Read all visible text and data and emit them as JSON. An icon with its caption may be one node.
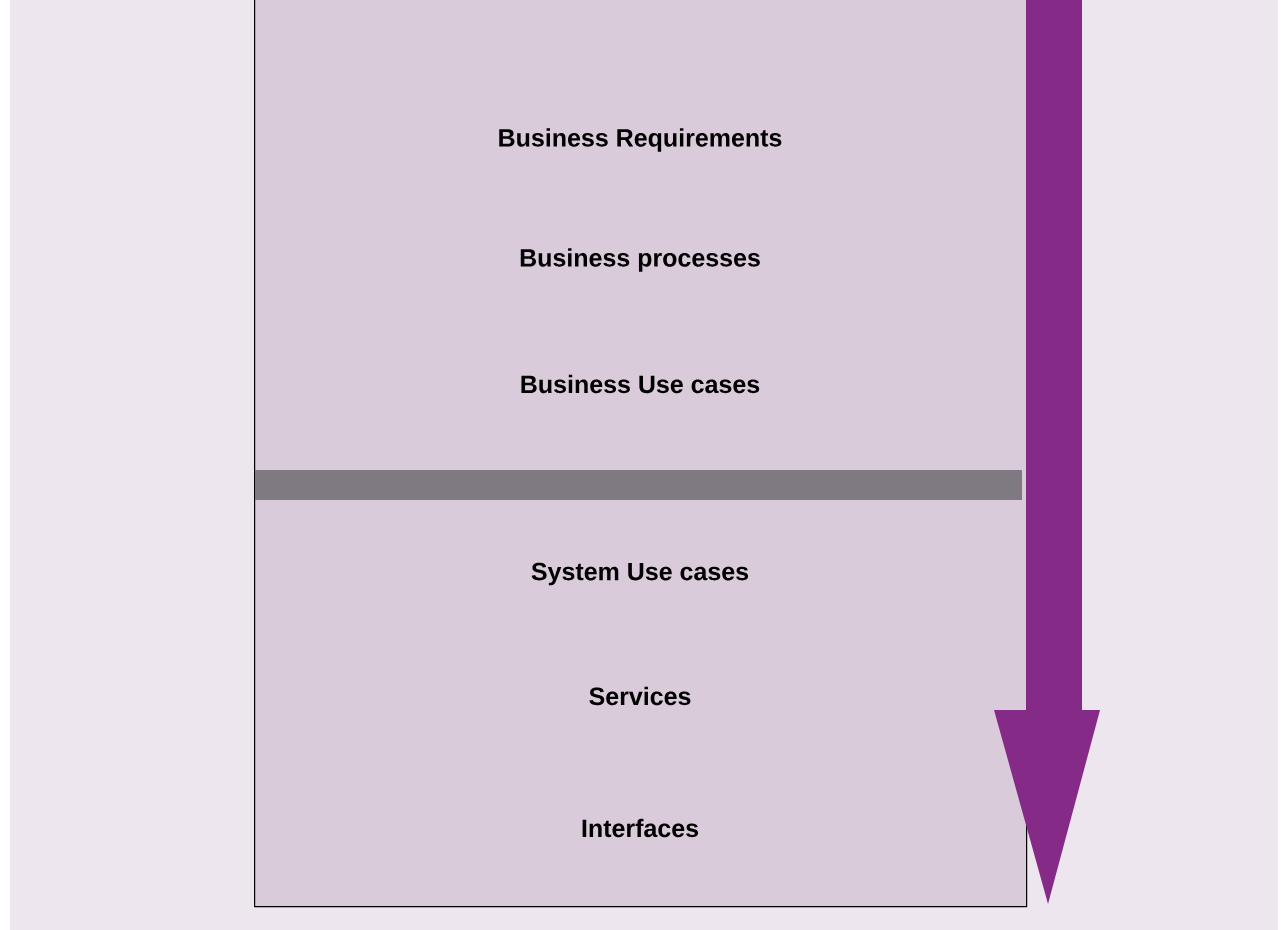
{
  "diagram": {
    "nodes": [
      {
        "text": [
          "Business Requirements",
          "Business processes",
          "Business Use cases",
          "System Use cases",
          "Services",
          "Interfaces"
        ]
      }
    ]
  }
}
